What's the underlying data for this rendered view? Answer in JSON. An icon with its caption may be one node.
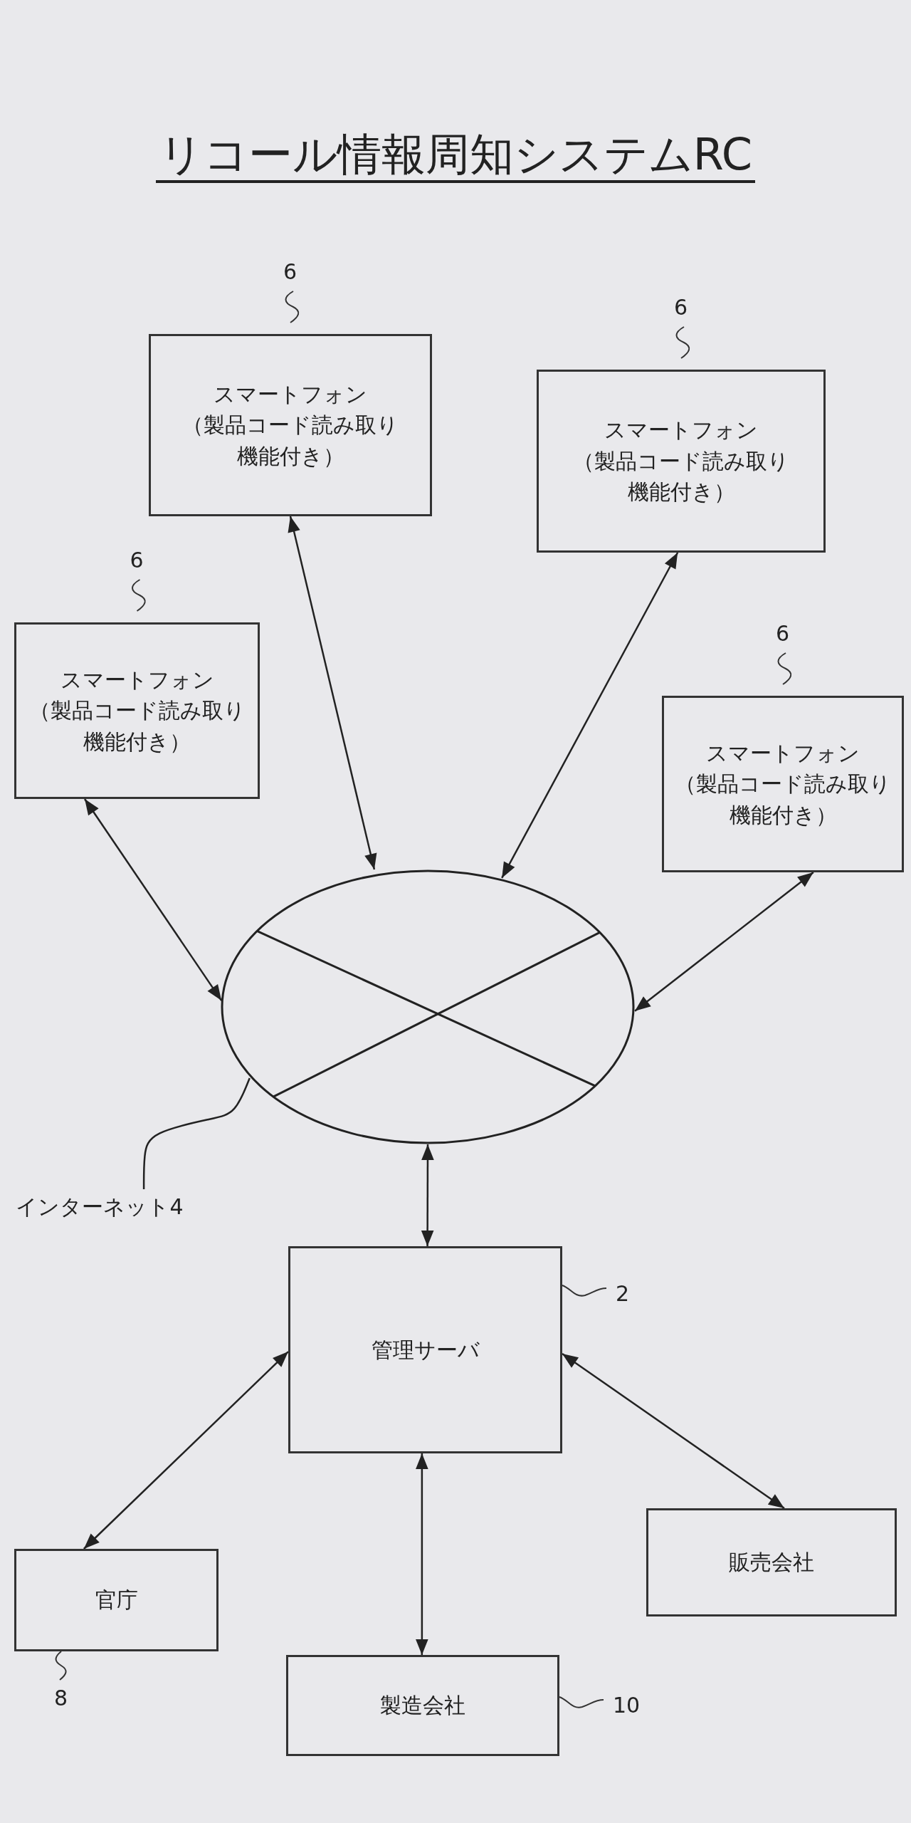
{
  "diagram": {
    "title": "リコール情報周知システムRC",
    "nodes": [
      {
        "text": [
          "スマートフォン（製品コード読み取り機能付き）"
        ],
        "beside": [
          "6"
        ]
      },
      {
        "text": [
          "スマートフォン（製品コード読み取り機能付き）"
        ],
        "beside": [
          "6"
        ]
      },
      {
        "text": [
          "スマートフォン（製品コード読み取り機能付き）"
        ],
        "beside": [
          "6"
        ]
      },
      {
        "text": [
          "スマートフォン（製品コード読み取り機能付き）"
        ],
        "beside": [
          "6"
        ]
      },
      {
        "text": [],
        "shape": "circle"
      },
      {
        "text": [
          "インターネット4"
        ]
      },
      {
        "text": [
          "管理サーバ"
        ],
        "beside": [
          "2"
        ]
      },
      {
        "text": [
          "販売会社"
        ]
      },
      {
        "text": [
          "官庁"
        ],
        "beside": [
          "8"
        ]
      },
      {
        "text": [
          "製造会社"
        ],
        "beside": [
          "10"
        ]
      }
    ],
    "edges": [
      {
        "from": 0,
        "to": 4,
        "arrow": "both"
      },
      {
        "from": 1,
        "to": 4,
        "arrow": "both"
      },
      {
        "from": 2,
        "to": 4,
        "arrow": "both"
      },
      {
        "from": 3,
        "to": 4,
        "arrow": "both"
      },
      {
        "from": 5,
        "to": 4,
        "arrow": "none"
      },
      {
        "from": 4,
        "to": 6,
        "arrow": "both"
      },
      {
        "from": 6,
        "to": 8,
        "arrow": "both"
      },
      {
        "from": 6,
        "to": 9,
        "arrow": "both"
      },
      {
        "from": 6,
        "to": 7,
        "arrow": "both"
      }
    ]
  }
}
